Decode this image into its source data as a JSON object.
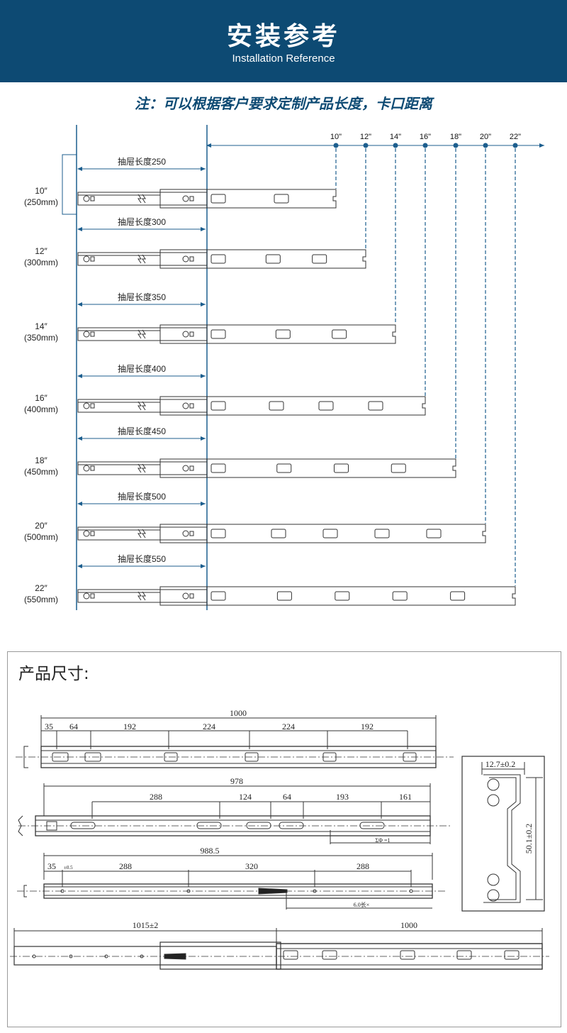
{
  "header": {
    "title": "安装参考",
    "subtitle": "Installation Reference"
  },
  "note": "注：可以根据客户要求定制产品长度，卡口距离",
  "scale_marks": [
    "10\"",
    "12\"",
    "14\"",
    "16\"",
    "18\"",
    "20\"",
    "22\""
  ],
  "rows": [
    {
      "size": "10″",
      "mm": "(250mm)",
      "drawer": "抽屉长度250"
    },
    {
      "size": "12″",
      "mm": "(300mm)",
      "drawer": "抽屉长度300"
    },
    {
      "size": "14″",
      "mm": "(350mm)",
      "drawer": "抽屉长度350"
    },
    {
      "size": "16″",
      "mm": "(400mm)",
      "drawer": "抽屉长度400"
    },
    {
      "size": "18″",
      "mm": "(450mm)",
      "drawer": "抽屉长度450"
    },
    {
      "size": "20″",
      "mm": "(500mm)",
      "drawer": "抽屉长度500"
    },
    {
      "size": "22″",
      "mm": "(550mm)",
      "drawer": "抽屉长度550"
    }
  ],
  "product_dims": {
    "title": "产品尺寸:",
    "rail1": {
      "total": "1000",
      "segments": [
        "35",
        "64",
        "192",
        "224",
        "224",
        "192"
      ]
    },
    "rail2": {
      "total": "978",
      "segments": [
        "288",
        "124",
        "64",
        "193",
        "161"
      ],
      "note": "ΣΦ =1"
    },
    "rail3": {
      "total": "988.5",
      "segments": [
        "35",
        "288",
        "320",
        "288"
      ],
      "small": "±0.5",
      "note": "6.0长×"
    },
    "rail4": {
      "left": "1015±2",
      "right": "1000"
    },
    "profile": {
      "width": "12.7±0.2",
      "height": "50.1±0.2"
    }
  },
  "colors": {
    "header_bg": "#0d4a73",
    "note": "#0d4a73",
    "guide": "#1c5e8e"
  }
}
